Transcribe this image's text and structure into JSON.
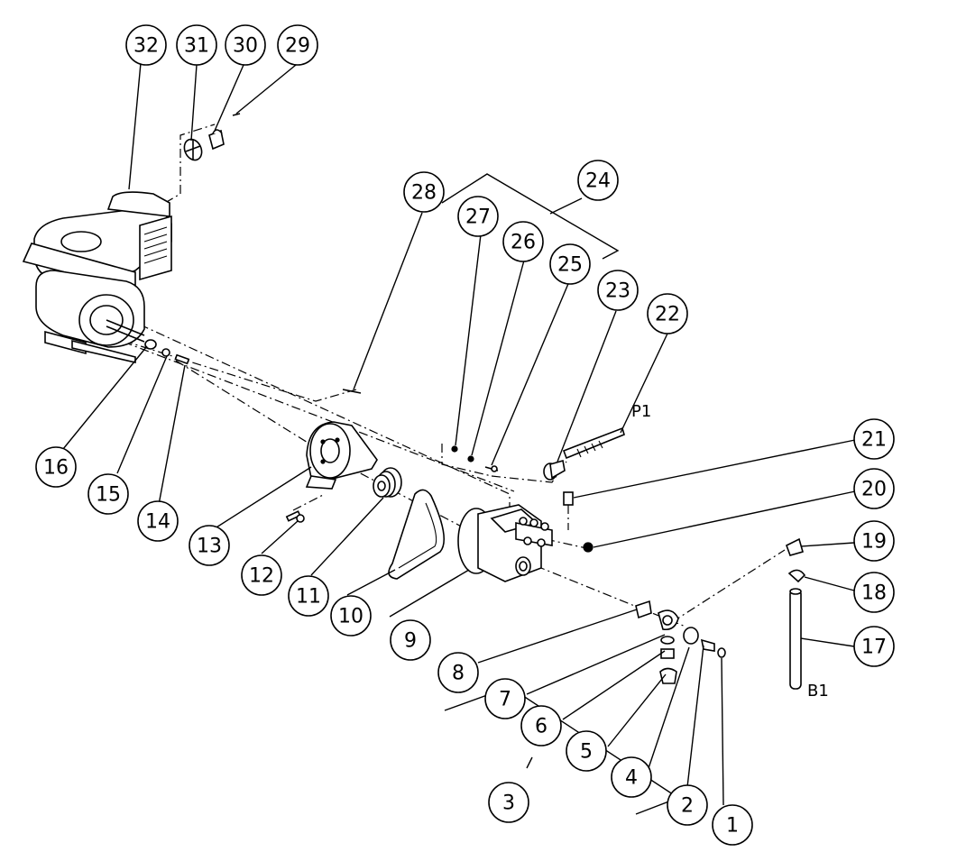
{
  "diagram": {
    "callouts": [
      "1",
      "2",
      "3",
      "4",
      "5",
      "6",
      "7",
      "8",
      "9",
      "10",
      "11",
      "12",
      "13",
      "14",
      "15",
      "16",
      "17",
      "18",
      "19",
      "20",
      "21",
      "22",
      "23",
      "24",
      "25",
      "26",
      "27",
      "28",
      "29",
      "30",
      "31",
      "32"
    ],
    "port_labels": {
      "pressure": "P1",
      "bypass": "B1"
    }
  }
}
